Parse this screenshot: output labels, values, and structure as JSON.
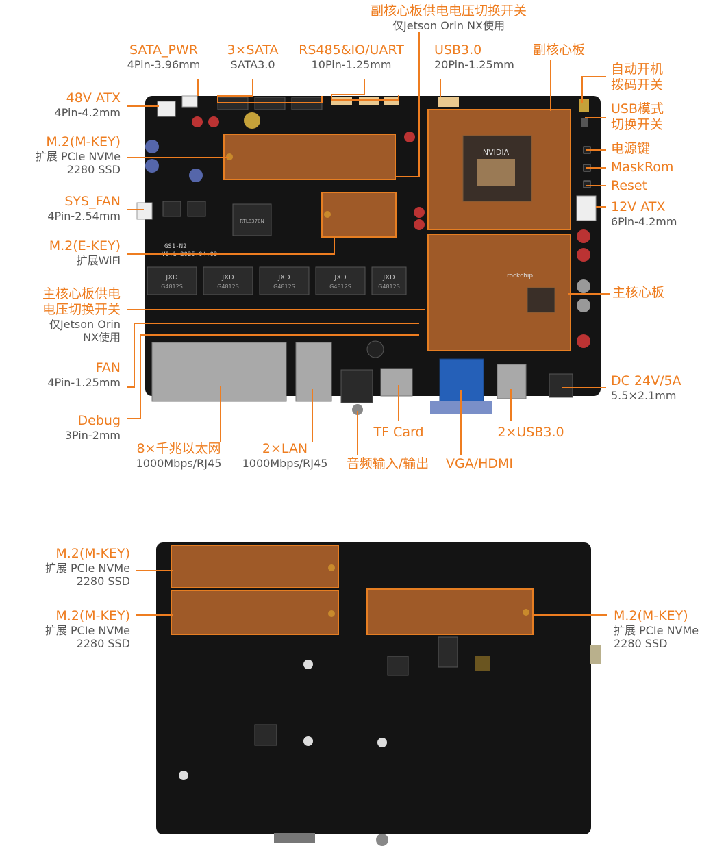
{
  "front": {
    "vice_switch": {
      "title": "副核心板供电电压切换开关",
      "sub": "仅Jetson Orin NX使用"
    },
    "sata_pwr": {
      "title": "SATA_PWR",
      "sub": "4Pin-3.96mm"
    },
    "sata": {
      "title": "3×SATA",
      "sub": "SATA3.0"
    },
    "rs485": {
      "title": "RS485&IO/UART",
      "sub": "10Pin-1.25mm"
    },
    "usb30": {
      "title": "USB3.0",
      "sub": "20Pin-1.25mm"
    },
    "vice_board": {
      "title": "副核心板"
    },
    "auto_power": {
      "title_l1": "自动开机",
      "title_l2": "拨码开关"
    },
    "usb_mode": {
      "title_l1": "USB模式",
      "title_l2": "切换开关"
    },
    "power_key": {
      "title": "电源键"
    },
    "maskrom": {
      "title": "MaskRom"
    },
    "reset": {
      "title": "Reset"
    },
    "atx12": {
      "title": "12V ATX",
      "sub": "6Pin-4.2mm"
    },
    "main_board": {
      "title": "主核心板"
    },
    "dc": {
      "title": "DC 24V/5A",
      "sub": "5.5×2.1mm"
    },
    "atx48": {
      "title": "48V ATX",
      "sub": "4Pin-4.2mm"
    },
    "m2m": {
      "title": "M.2(M-KEY)",
      "sub_l1": "扩展 PCIe NVMe",
      "sub_l2": "2280 SSD"
    },
    "sys_fan": {
      "title": "SYS_FAN",
      "sub": "4Pin-2.54mm"
    },
    "m2e": {
      "title": "M.2(E-KEY)",
      "sub": "扩展WiFi"
    },
    "main_switch": {
      "title_l1": "主核心板供电",
      "title_l2": "电压切换开关",
      "sub_l1": "仅Jetson Orin",
      "sub_l2": "NX使用"
    },
    "fan": {
      "title": "FAN",
      "sub": "4Pin-1.25mm"
    },
    "debug": {
      "title": "Debug",
      "sub": "3Pin-2mm"
    },
    "gbe": {
      "title": "8×千兆以太网",
      "sub": "1000Mbps/RJ45"
    },
    "lan": {
      "title": "2×LAN",
      "sub": "1000Mbps/RJ45"
    },
    "audio": {
      "title": "音频输入/输出"
    },
    "tf": {
      "title": "TF Card"
    },
    "vga": {
      "title": "VGA/HDMI"
    },
    "usb2x": {
      "title": "2×USB3.0"
    },
    "pcb_texts": {
      "model": "GS1-N2",
      "version": "V0.1 2025.04.03",
      "chip1": "RTL8370N",
      "jxd": [
        "JXD",
        "JXD",
        "JXD",
        "JXD",
        "JXD"
      ],
      "jxd_code": [
        "G4812S",
        "G4812S",
        "G4812S",
        "G4812S",
        "G4812S"
      ],
      "nvidia": "NVIDIA",
      "rk": "rockchip"
    }
  },
  "back": {
    "m2_a": {
      "title": "M.2(M-KEY)",
      "sub_l1": "扩展 PCIe NVMe",
      "sub_l2": "2280 SSD"
    },
    "m2_b": {
      "title": "M.2(M-KEY)",
      "sub_l1": "扩展 PCIe NVMe",
      "sub_l2": "2280 SSD"
    },
    "m2_c": {
      "title": "M.2(M-KEY)",
      "sub_l1": "扩展 PCIe NVMe",
      "sub_l2": "2280 SSD"
    }
  },
  "colors": {
    "accent": "#ee7d20",
    "subtext": "#555555",
    "pcb": "#141414"
  }
}
